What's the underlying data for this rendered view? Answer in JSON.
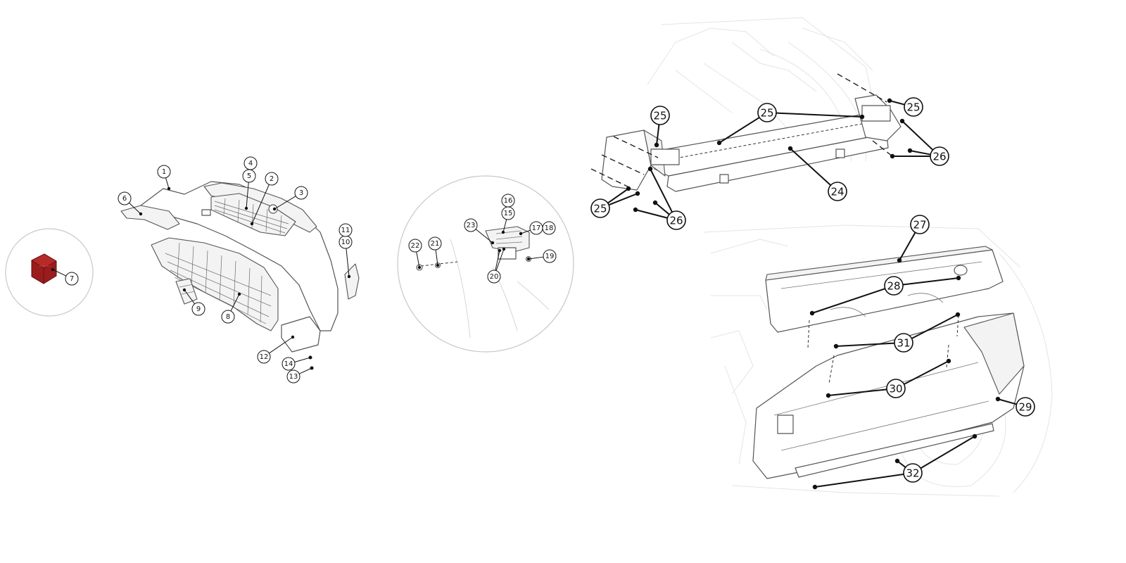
{
  "colors": {
    "background": "#ffffff",
    "line_art": "#555555",
    "ghost_context": "#e4e4e4",
    "leader": "#111111",
    "highlight_part": "#9b1c1c"
  },
  "callouts": [
    {
      "label": "1"
    },
    {
      "label": "2"
    },
    {
      "label": "3"
    },
    {
      "label": "4"
    },
    {
      "label": "5"
    },
    {
      "label": "6"
    },
    {
      "label": "7"
    },
    {
      "label": "8"
    },
    {
      "label": "9"
    },
    {
      "label": "10"
    },
    {
      "label": "11"
    },
    {
      "label": "12"
    },
    {
      "label": "13"
    },
    {
      "label": "14"
    },
    {
      "label": "15"
    },
    {
      "label": "16"
    },
    {
      "label": "17"
    },
    {
      "label": "18"
    },
    {
      "label": "19"
    },
    {
      "label": "20"
    },
    {
      "label": "21"
    },
    {
      "label": "22"
    },
    {
      "label": "23"
    },
    {
      "label": "24"
    },
    {
      "label": "25"
    },
    {
      "label": "25"
    },
    {
      "label": "25"
    },
    {
      "label": "25"
    },
    {
      "label": "26"
    },
    {
      "label": "26"
    },
    {
      "label": "27"
    },
    {
      "label": "28"
    },
    {
      "label": "29"
    },
    {
      "label": "30"
    },
    {
      "label": "31"
    },
    {
      "label": "32"
    }
  ]
}
